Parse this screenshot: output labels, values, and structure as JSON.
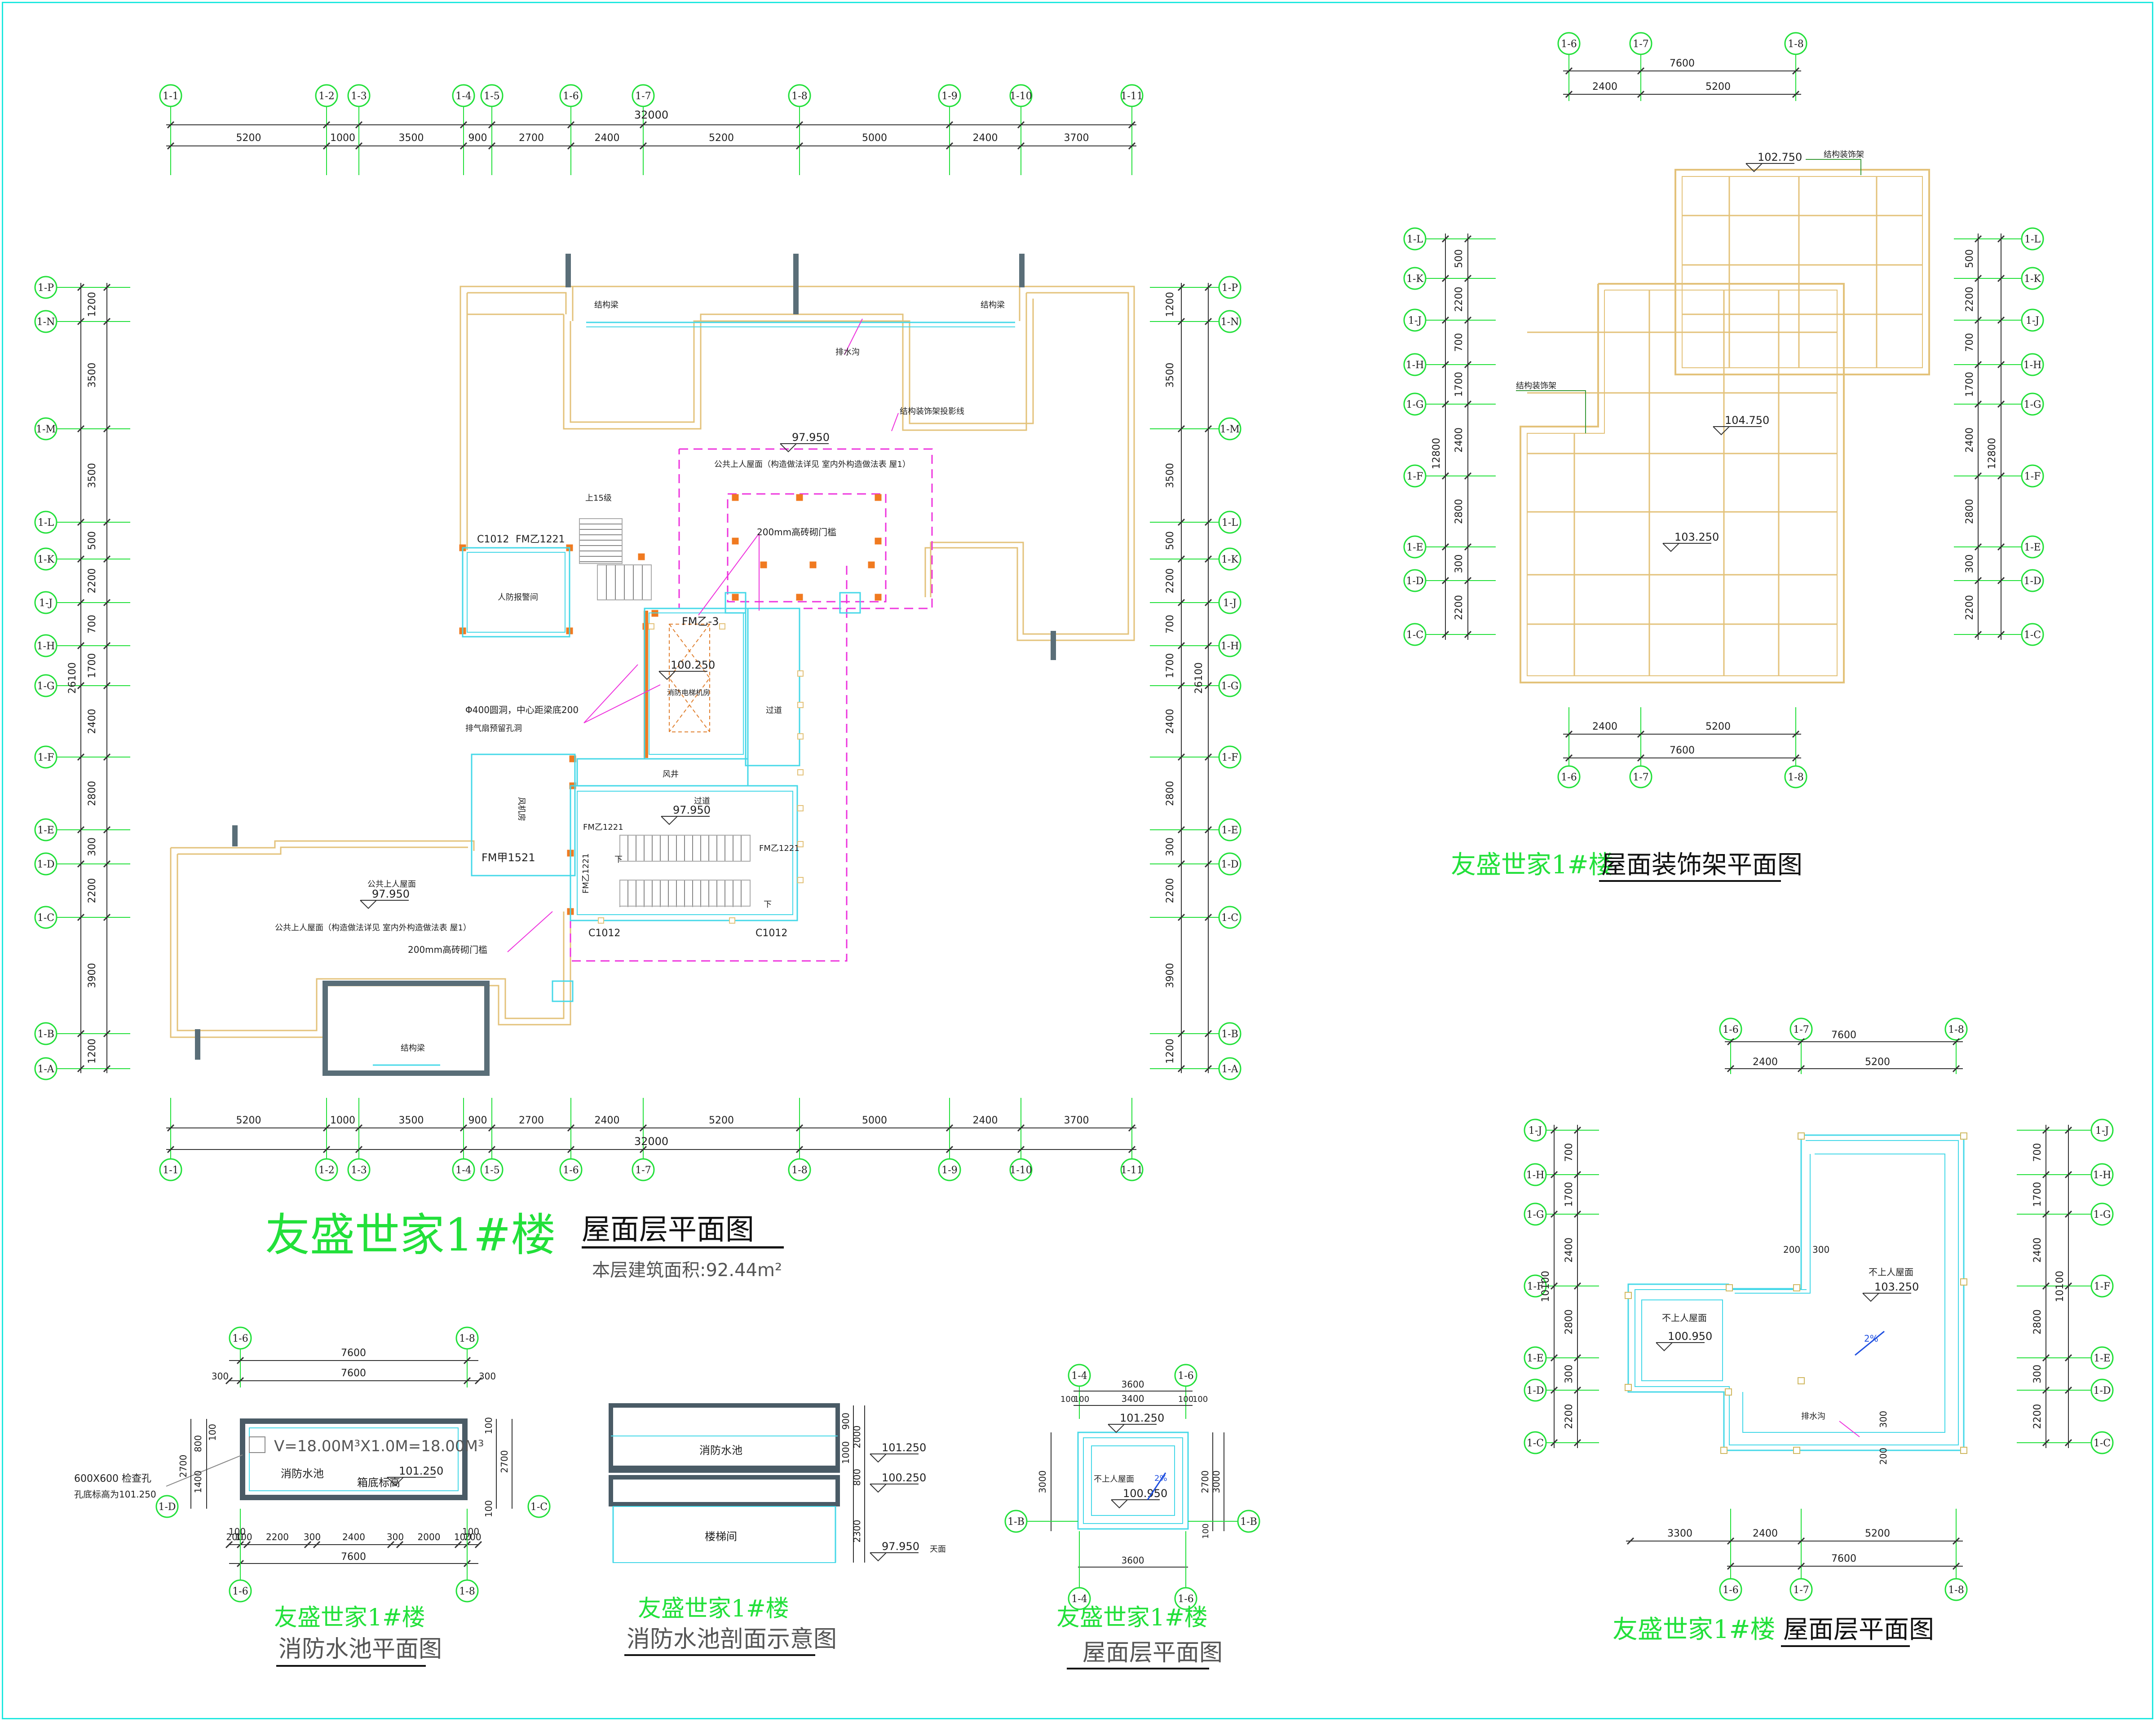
{
  "colors": {
    "axis_green": "#22e03a",
    "title_green": "#22e03a",
    "wall_tan": "#e3c27a",
    "cyan": "#45d8e8",
    "magenta": "#ee33dd",
    "orange": "#f07a20",
    "frame": "#20e8e0"
  },
  "main_plan": {
    "title_green": "友盛世家1#楼",
    "title_black": "屋面层平面图",
    "area_note": "本层建筑面积:92.44m²",
    "top_axes": [
      "1-1",
      "1-2",
      "1-3",
      "1-4",
      "1-5",
      "1-6",
      "1-7",
      "1-8",
      "1-9",
      "1-10",
      "1-11"
    ],
    "bottom_axes": [
      "1-1",
      "1-2",
      "1-3",
      "1-4",
      "1-5",
      "1-6",
      "1-7",
      "1-8",
      "1-9",
      "1-10",
      "1-11"
    ],
    "dims": [
      "5200",
      "1000",
      "3500",
      "900",
      "2700",
      "2400",
      "5200",
      "5000",
      "2400",
      "3700"
    ],
    "total": "32000",
    "left_axes": [
      "1-P",
      "1-N",
      "1-M",
      "1-L",
      "1-K",
      "1-J",
      "1-H",
      "1-G",
      "1-F",
      "1-E",
      "1-D",
      "1-C",
      "1-B",
      "1-A"
    ],
    "right_axes": [
      "1-P",
      "1-N",
      "1-M",
      "1-L",
      "1-K",
      "1-J",
      "1-H",
      "1-G",
      "1-F",
      "1-E",
      "1-D",
      "1-C",
      "1-B",
      "1-A"
    ],
    "vdims": [
      "1200",
      "3500",
      "3500",
      "500",
      "2200",
      "700",
      "1700",
      "2400",
      "2800",
      "300",
      "2200",
      "3900",
      "1200"
    ],
    "vtotal": "26100",
    "labels": {
      "jgl1": "结构梁",
      "jgl2": "结构梁",
      "psg": "排水沟",
      "jgzs": "结构装饰架投影线",
      "elev1": "97.950",
      "gong1": "公共上人屋面（构造做法详见 室内外构造做法表 屋1）",
      "shang15": "上15级",
      "c1012a": "C1012",
      "fmzj1221a": "FM乙1221",
      "rfbj": "人防报警间",
      "mm200a": "200mm高砖砌门槛",
      "fmz3": "FM乙-3",
      "elev2": "100.250",
      "xfdt": "消防电梯机房",
      "guodao": "过道",
      "phi400": "Φ400圆洞，中心距梁底200",
      "pqs": "排气扇预留孔洞",
      "fengjing": "风井",
      "fengjifang": "风机房",
      "guodao2": "过道",
      "elev3": "97.950",
      "fmzj1221b": "FM乙1221",
      "fmzj1221c": "FM乙1221",
      "fmj1521": "FM甲1521",
      "fmzj1221d": "FM乙1221",
      "c1012b": "C1012",
      "c1012c": "C1012",
      "gongA": "公共上人屋面",
      "elev4": "97.950",
      "gong2": "公共上人屋面（构造做法详见 室内外构造做法表 屋1）",
      "mm200b": "200mm高砖砌门槛",
      "jgl3": "结构梁",
      "xia1": "下",
      "xia2": "下"
    }
  },
  "deco_plan": {
    "title_green": "友盛世家1#楼",
    "title_black": "屋面装饰架平面图",
    "top_axes": [
      "1-6",
      "1-7",
      "1-8"
    ],
    "bottom_axes": [
      "1-6",
      "1-7",
      "1-8"
    ],
    "dims": [
      "2400",
      "5200"
    ],
    "total": "7600",
    "left_axes": [
      "1-L",
      "1-K",
      "1-J",
      "1-H",
      "1-G",
      "1-F",
      "1-E",
      "1-D",
      "1-C"
    ],
    "right_axes": [
      "1-L",
      "1-K",
      "1-J",
      "1-H",
      "1-G",
      "1-F",
      "1-E",
      "1-D",
      "1-C"
    ],
    "vdims": [
      "500",
      "2200",
      "700",
      "1700",
      "2400",
      "2800",
      "300",
      "2200"
    ],
    "vtotal": "12800",
    "elev1": "102.750",
    "elev2": "104.750",
    "elev3": "103.250",
    "note1": "结构装饰架",
    "note2": "结构装饰架"
  },
  "roof_small": {
    "title_green": "友盛世家1#楼",
    "title_black": "屋面层平面图",
    "top_axes": [
      "1-6",
      "1-7",
      "1-8"
    ],
    "bottom_axes": [
      "1-6",
      "1-7",
      "1-8"
    ],
    "dims": [
      "2400",
      "5200"
    ],
    "total": "7600",
    "bdims": [
      "3300",
      "2400",
      "5200"
    ],
    "btotal": "7600",
    "left_axes": [
      "1-J",
      "1-H",
      "1-G",
      "1-F",
      "1-E",
      "1-D",
      "1-C"
    ],
    "right_axes": [
      "1-J",
      "1-H",
      "1-G",
      "1-F",
      "1-E",
      "1-D",
      "1-C"
    ],
    "vdims": [
      "700",
      "1700",
      "2400",
      "2800",
      "300",
      "2200"
    ],
    "vtotal": "10100",
    "bu1": "不上人屋面",
    "elevA": "103.250",
    "bu2": "不上人屋面",
    "elevB": "100.950",
    "d200": "200",
    "d300": "300",
    "slope": "2%",
    "psg": "排水沟",
    "d300b": "300",
    "d200b": "200"
  },
  "tank_plan": {
    "title_green": "友盛世家1#楼",
    "title_black": "消防水池平面图",
    "axes": [
      "1-6",
      "1-8"
    ],
    "daxis": "1-D",
    "daxis_r": "1-C",
    "dim_outer": "7600",
    "dim_inner": "7600",
    "d300l": "300",
    "d300r": "300",
    "vol": "V=18.00M³X1.0M=18.00M³",
    "name": "消防水池",
    "bottom": "箱底标高",
    "elev": "101.250",
    "hole1": "600X600  检查孔",
    "hole2": "孔底标高为101.250",
    "vd": [
      "2700",
      "1400",
      "800",
      "100"
    ],
    "rd": [
      "100",
      "2700",
      "100"
    ],
    "bd": [
      "200",
      "100",
      "2200",
      "300",
      "2400",
      "300",
      "2000",
      "100",
      "200"
    ],
    "btotal": "7600",
    "b100l": "100",
    "b100r": "100"
  },
  "tank_section": {
    "title_green": "友盛世家1#楼",
    "title_black": "消防水池剖面示意图",
    "name": "消防水池",
    "stair": "楼梯间",
    "e1": "101.250",
    "e2": "100.250",
    "e3": "97.950",
    "tm": "天面",
    "d": [
      "900",
      "1000",
      "2000",
      "800",
      "2300"
    ]
  },
  "roof_tiny": {
    "title_green": "友盛世家1#楼",
    "title_black": "屋面层平面图",
    "axes": [
      "1-4",
      "1-6"
    ],
    "saxis_l": "1-B",
    "saxis_r": "1-B",
    "top1": "3600",
    "top2": "3400",
    "d100a": "100",
    "d100b": "100",
    "d100c": "100",
    "d100d": "100",
    "bottom": "3600",
    "left": "3000",
    "right1": "2700",
    "right2": "3000",
    "r100": "100",
    "elev1": "101.250",
    "bu": "不上人屋面",
    "elev2": "100.950",
    "slope": "2%"
  }
}
